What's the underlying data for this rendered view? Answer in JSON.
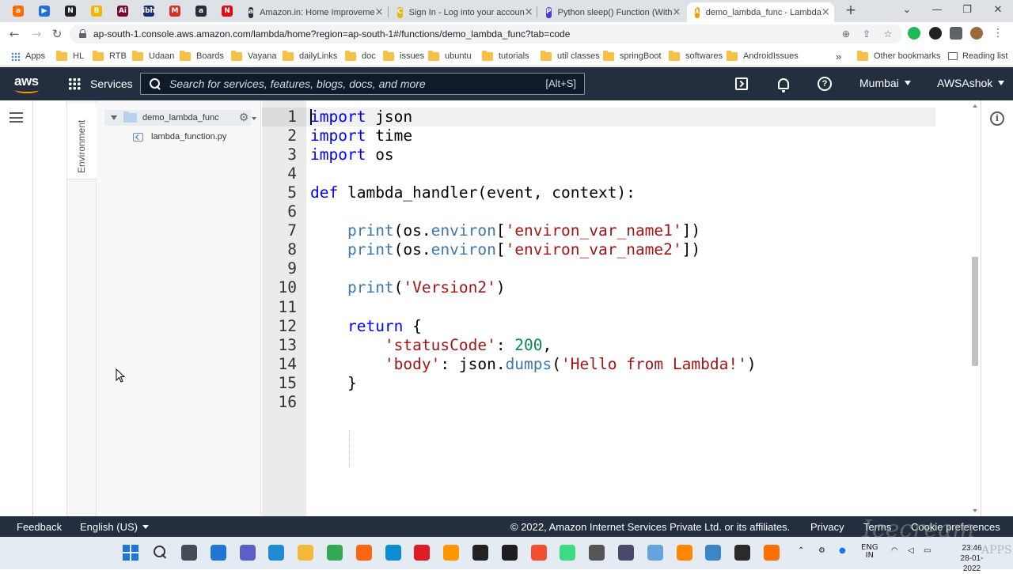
{
  "browser": {
    "pinned_tabs": [
      {
        "name": "avg-tab",
        "letter": "a",
        "color": "#ff6d00"
      },
      {
        "name": "media-tab",
        "letter": "▶",
        "color": "#1f6fde"
      },
      {
        "name": "notion-tab",
        "letter": "N",
        "color": "#202124"
      },
      {
        "name": "brave-tab",
        "letter": "B",
        "color": "#f6b500"
      },
      {
        "name": "ai-tab",
        "letter": "Ai",
        "color": "#7a0a2a"
      },
      {
        "name": "ibh-tab",
        "letter": "ibh",
        "color": "#1a2e6b"
      },
      {
        "name": "gmail-tab",
        "letter": "M",
        "color": "#d93025"
      },
      {
        "name": "amazon-tab",
        "letter": "a",
        "color": "#232f3e"
      },
      {
        "name": "netflix-tab",
        "letter": "N",
        "color": "#e50914"
      }
    ],
    "tabs": [
      {
        "title": "Amazon.in: Home Improveme",
        "icon_letter": "a",
        "icon_color": "#232f3e",
        "active": false
      },
      {
        "title": "Sign In - Log into your accoun",
        "icon_letter": "C",
        "icon_color": "#e8b600",
        "active": false
      },
      {
        "title": "Python sleep() Function (With",
        "icon_letter": "P",
        "icon_color": "#4b3ed1",
        "active": false
      },
      {
        "title": "demo_lambda_func - Lambda",
        "icon_letter": "λ",
        "icon_color": "#ff9900",
        "active": true
      }
    ],
    "tab_close": "×",
    "new_tab": "+",
    "window_controls": {
      "dropdown": "⌄",
      "minimize": "—",
      "maximize": "❐",
      "close": "✕"
    },
    "nav": {
      "back": "←",
      "forward": "→",
      "reload": "↻"
    },
    "url": "ap-south-1.console.aws.amazon.com/lambda/home?region=ap-south-1#/functions/demo_lambda_func?tab=code",
    "omnibox_icons": {
      "zoom": "⊕",
      "share": "⇪",
      "star": "☆"
    },
    "bookmarks": [
      "Apps",
      "HL",
      "RTB",
      "Udaan",
      "Boards",
      "Vayana",
      "dailyLinks",
      "doc",
      "issues",
      "ubuntu",
      "tutorials",
      "util classes",
      "springBoot",
      "softwares",
      "AndroidIssues"
    ],
    "bookmarks_overflow": "»",
    "other_bookmarks": "Other bookmarks",
    "reading_list": "Reading list"
  },
  "aws": {
    "logo_text": "aws",
    "services_label": "Services",
    "search_placeholder": "Search for services, features, blogs, docs, and more",
    "search_shortcut": "[Alt+S]",
    "region": "Mumbai",
    "account": "AWSAshok",
    "colors": {
      "header_bg": "#232f3e",
      "accent": "#ff9900"
    }
  },
  "ide": {
    "environment_tab": "Environment",
    "tree": {
      "root_folder": "demo_lambda_func",
      "files": [
        "lambda_function.py"
      ]
    },
    "code_lines": [
      [
        {
          "t": "import",
          "c": "kw"
        },
        {
          "t": " json",
          "c": ""
        }
      ],
      [
        {
          "t": "import",
          "c": "kw"
        },
        {
          "t": " time",
          "c": ""
        }
      ],
      [
        {
          "t": "import",
          "c": "kw"
        },
        {
          "t": " os",
          "c": ""
        }
      ],
      [],
      [
        {
          "t": "def",
          "c": "kw"
        },
        {
          "t": " lambda_handler(event, context):",
          "c": ""
        }
      ],
      [],
      [
        {
          "t": "    ",
          "c": ""
        },
        {
          "t": "print",
          "c": "fn"
        },
        {
          "t": "(os.",
          "c": ""
        },
        {
          "t": "environ",
          "c": "fn"
        },
        {
          "t": "[",
          "c": ""
        },
        {
          "t": "'environ_var_name1'",
          "c": "str"
        },
        {
          "t": "])",
          "c": ""
        }
      ],
      [
        {
          "t": "    ",
          "c": ""
        },
        {
          "t": "print",
          "c": "fn"
        },
        {
          "t": "(os.",
          "c": ""
        },
        {
          "t": "environ",
          "c": "fn"
        },
        {
          "t": "[",
          "c": ""
        },
        {
          "t": "'environ_var_name2'",
          "c": "str"
        },
        {
          "t": "])",
          "c": ""
        }
      ],
      [],
      [
        {
          "t": "    ",
          "c": ""
        },
        {
          "t": "print",
          "c": "fn"
        },
        {
          "t": "(",
          "c": ""
        },
        {
          "t": "'Version2'",
          "c": "str"
        },
        {
          "t": ")",
          "c": ""
        }
      ],
      [],
      [
        {
          "t": "    ",
          "c": ""
        },
        {
          "t": "return",
          "c": "kw"
        },
        {
          "t": " {",
          "c": ""
        }
      ],
      [
        {
          "t": "        ",
          "c": ""
        },
        {
          "t": "'statusCode'",
          "c": "str"
        },
        {
          "t": ": ",
          "c": ""
        },
        {
          "t": "200",
          "c": "num"
        },
        {
          "t": ",",
          "c": ""
        }
      ],
      [
        {
          "t": "        ",
          "c": ""
        },
        {
          "t": "'body'",
          "c": "str"
        },
        {
          "t": ": json.",
          "c": ""
        },
        {
          "t": "dumps",
          "c": "fn"
        },
        {
          "t": "(",
          "c": ""
        },
        {
          "t": "'Hello from Lambda!'",
          "c": "str"
        },
        {
          "t": ")",
          "c": ""
        }
      ],
      [
        {
          "t": "    }",
          "c": ""
        }
      ],
      []
    ]
  },
  "footer": {
    "feedback": "Feedback",
    "language": "English (US)",
    "copyright": "© 2022, Amazon Internet Services Private Ltd. or its affiliates.",
    "privacy": "Privacy",
    "terms": "Terms",
    "cookie": "Cookie preferences"
  },
  "taskbar": {
    "apps": [
      {
        "name": "task-view-icon",
        "color": "#444c57"
      },
      {
        "name": "file-explorer-icon",
        "color": "#1f76d3"
      },
      {
        "name": "teams-icon",
        "color": "#5b5fc7"
      },
      {
        "name": "cortana-icon",
        "color": "#1f8ad6"
      },
      {
        "name": "folder-icon",
        "color": "#f3b93b"
      },
      {
        "name": "chrome-icon",
        "color": "#34a853"
      },
      {
        "name": "firefox-icon",
        "color": "#ff6611"
      },
      {
        "name": "edge-icon",
        "color": "#0c8dd1"
      },
      {
        "name": "opera-icon",
        "color": "#e11b22"
      },
      {
        "name": "sublime-icon",
        "color": "#ff9800"
      },
      {
        "name": "vscode-icon",
        "color": "#222222"
      },
      {
        "name": "terminal-icon",
        "color": "#1e1e1e"
      },
      {
        "name": "git-icon",
        "color": "#f14e32"
      },
      {
        "name": "android-icon",
        "color": "#3ddc84"
      },
      {
        "name": "app-icon",
        "color": "#555555"
      },
      {
        "name": "db-icon",
        "color": "#4a4a6a"
      },
      {
        "name": "notepad-icon",
        "color": "#66a4dd"
      },
      {
        "name": "vlc-icon",
        "color": "#ff8800"
      },
      {
        "name": "photos-icon",
        "color": "#3d86c6"
      },
      {
        "name": "tool-icon",
        "color": "#2a2a2a"
      },
      {
        "name": "recorder-icon",
        "color": "#ff6f00"
      }
    ],
    "language": "ENG",
    "language_sub": "IN",
    "time": "23:46",
    "date": "28-01-2022"
  },
  "watermark": {
    "brand": "Icecream",
    "sub": "APPS"
  }
}
